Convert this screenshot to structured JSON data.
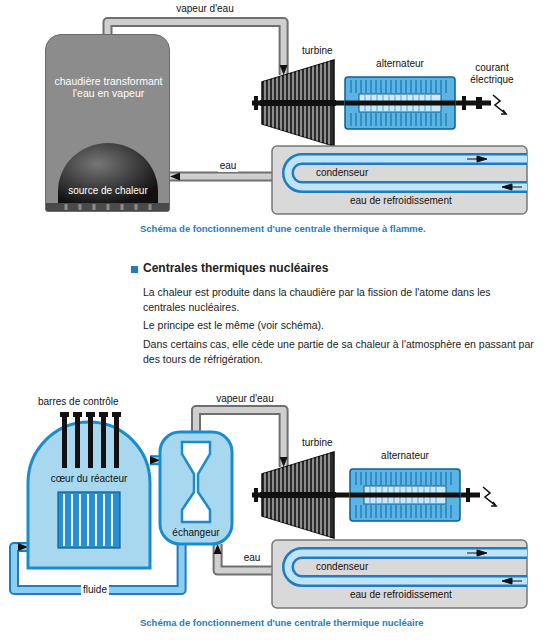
{
  "diagram": {
    "nodes": [
      {
        "text": [
          "chaudière transformant l'eau en vapeur"
        ]
      },
      {
        "text": [
          "source de chaleur"
        ],
        "in": 0
      },
      {
        "text": [
          "turbine"
        ]
      },
      {
        "text": [
          "alternateur"
        ]
      },
      {
        "text": [
          "condenseur"
        ]
      },
      {
        "text": [
          "cœur du réacteur"
        ]
      },
      {
        "text": [
          "échangeur"
        ]
      },
      {
        "text": [
          "turbine"
        ]
      },
      {
        "text": [
          "alternateur"
        ]
      },
      {
        "text": [
          "condenseur"
        ]
      }
    ],
    "edges": [
      {
        "from": 0,
        "to": 2,
        "arrow": "to",
        "label": "vapeur d'eau"
      },
      {
        "from": 4,
        "to": 0,
        "arrow": "to",
        "label": "eau"
      },
      {
        "from": 2,
        "to": 3,
        "arrow": "none"
      },
      {
        "from": 5,
        "to": 6,
        "arrow": "to"
      },
      {
        "from": 6,
        "to": 5,
        "arrow": "to",
        "label": "fluide"
      },
      {
        "from": 6,
        "to": 7,
        "arrow": "to",
        "label": "vapeur d'eau"
      },
      {
        "from": 9,
        "to": 6,
        "arrow": "to",
        "label": "eau"
      },
      {
        "from": 7,
        "to": 8,
        "arrow": "none"
      }
    ],
    "labels": [
      "courant électrique",
      "eau de refroidissement",
      "Schéma de fonctionnement d'une centrale thermique à flamme.",
      "Centrales thermiques nucléaires",
      "La chaleur est produite dans la chaudière par la fission de l'atome dans les centrales nucléaires.",
      "Le principe est le même (voir schéma).",
      "Dans certains cas, elle cède une partie de sa chaleur à l'atmosphère en passant par des tours de réfrigération.",
      "barres de contrôle",
      "eau de refroidissement",
      "Schéma de fonctionnement d'une centrale thermique nucléaire"
    ]
  }
}
